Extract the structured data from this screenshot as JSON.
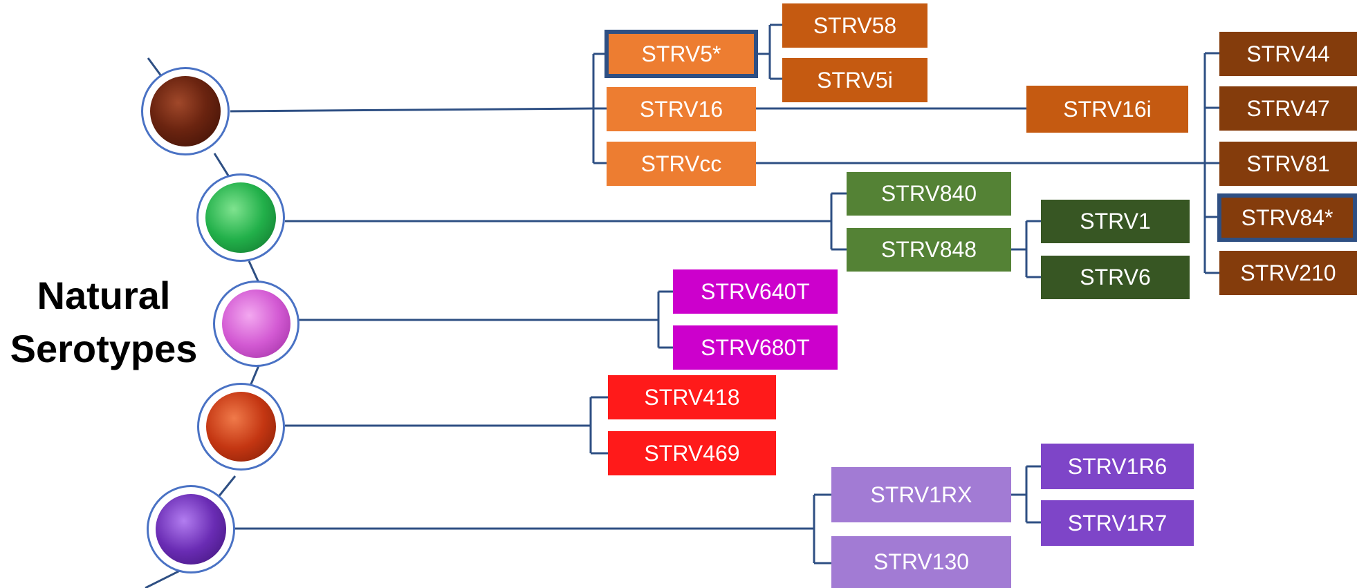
{
  "heading": {
    "line1": "Natural",
    "line2": "Serotypes"
  },
  "colors": {
    "connector": "#2e4f83",
    "highlight_border": "#2e4f83",
    "virion_ring": "#4a72c4",
    "orange": "#ed7d31",
    "dark_orange": "#c55a11",
    "brown": "#843c0c",
    "green": "#548235",
    "dark_green": "#375623",
    "magenta": "#cc00cc",
    "red": "#ff1a1a",
    "lavender": "#a27bd4",
    "purple": "#7e45c8"
  },
  "virions": [
    {
      "name": "brown-virion-icon",
      "color": "#5a1e0e"
    },
    {
      "name": "green-virion-icon",
      "color": "#22b04a"
    },
    {
      "name": "pink-virion-icon",
      "color": "#d35ad3"
    },
    {
      "name": "red-virion-icon",
      "color": "#c43612"
    },
    {
      "name": "purple-virion-icon",
      "color": "#6a2cb4"
    }
  ],
  "serotypes": {
    "strv5": "STRV5*",
    "strv16": "STRV16",
    "strvcc": "STRVcc",
    "strv58": "STRV58",
    "strv5i": "STRV5i",
    "strv16i": "STRV16i",
    "strv44": "STRV44",
    "strv47": "STRV47",
    "strv81": "STRV81",
    "strv84": "STRV84*",
    "strv210": "STRV210",
    "strv840": "STRV840",
    "strv848": "STRV848",
    "strv1": "STRV1",
    "strv6": "STRV6",
    "strv640t": "STRV640T",
    "strv680t": "STRV680T",
    "strv418": "STRV418",
    "strv469": "STRV469",
    "strv1rx": "STRV1RX",
    "strv130": "STRV130",
    "strv1r6": "STRV1R6",
    "strv1r7": "STRV1R7"
  }
}
